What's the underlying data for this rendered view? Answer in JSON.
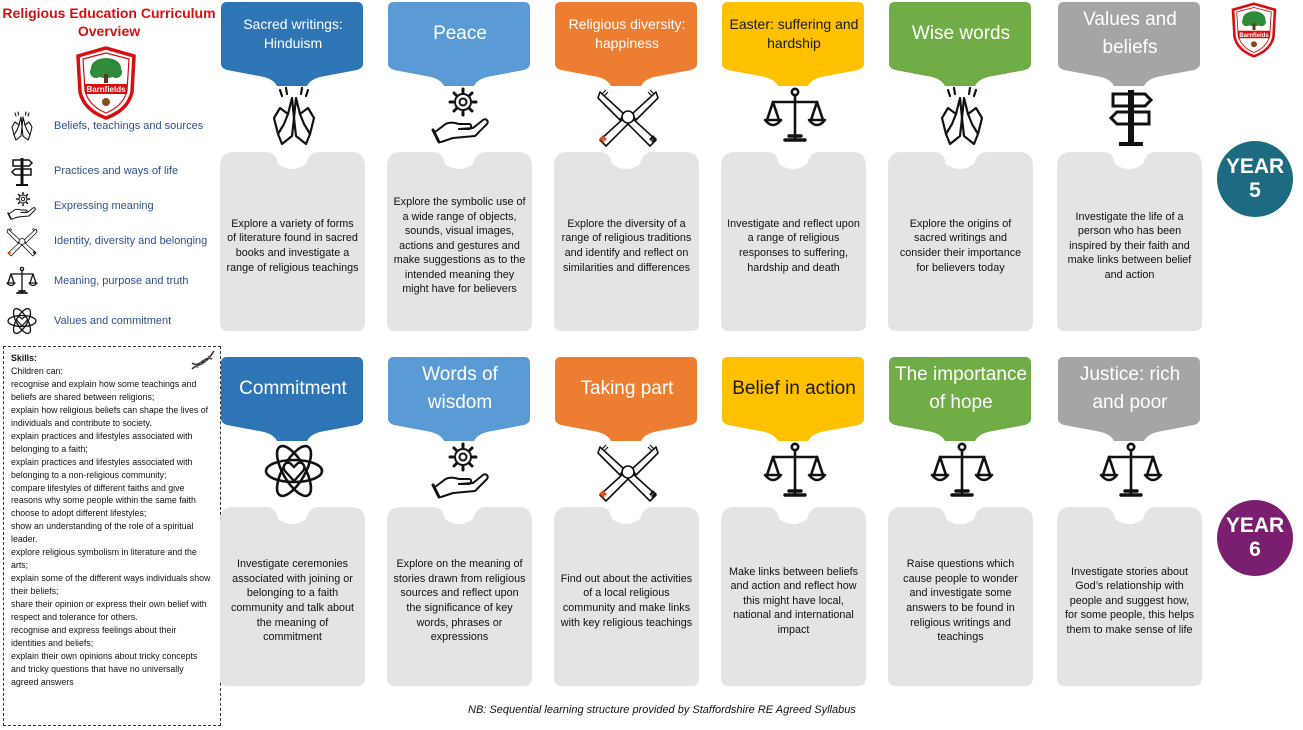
{
  "page": {
    "title_line1": "Religious Education Curriculum",
    "title_line2": "Overview",
    "note": "NB: Sequential learning structure provided by Staffordshire RE Agreed Syllabus"
  },
  "logo": {
    "text": "Barnfields",
    "tree_color": "#2f8a3a",
    "ring_color": "#d90e0e"
  },
  "legend": [
    {
      "icon": "praying-hands-icon",
      "label": "Beliefs, teachings and sources"
    },
    {
      "icon": "signpost-icon",
      "label": "Practices and ways of life"
    },
    {
      "icon": "hand-gear-icon",
      "label": "Expressing meaning"
    },
    {
      "icon": "joined-hands-icon",
      "label": "Identity, diversity and belonging"
    },
    {
      "icon": "scales-icon",
      "label": "Meaning, purpose and truth"
    },
    {
      "icon": "atom-heart-icon",
      "label": "Values and commitment"
    }
  ],
  "skills": {
    "title": "Skills:",
    "lines": [
      "Children can:",
      "recognise and explain how some teachings and beliefs are shared between religions;",
      "explain how religious beliefs can shape the lives of individuals and contribute to society.",
      "explain practices and lifestyles associated with belonging to a faith;",
      "explain practices and lifestyles associated with belonging to a non-religious community;",
      "compare lifestyles of different faiths and give reasons why some people within the same faith choose to adopt different lifestyles;",
      "show an understanding of the role of a spiritual leader.",
      "explore religious symbolism in literature and the arts;",
      "explain some of the different ways individuals show their beliefs;",
      "share their opinion or express their own belief with respect and tolerance for others.",
      "recognise and express feelings about their identities and beliefs;",
      "explain their own opinions about tricky concepts and tricky questions that have no universally agreed answers"
    ]
  },
  "years": [
    {
      "word": "YEAR",
      "number": "5",
      "color": "#1c6b80"
    },
    {
      "word": "YEAR",
      "number": "6",
      "color": "#7a1f6f"
    }
  ],
  "rows": [
    [
      {
        "title": "Sacred writings: Hinduism",
        "color": "#2e75b6",
        "icon": "praying-hands-icon",
        "text": "Explore a variety of forms of literature found in sacred books and investigate a range of religious teachings"
      },
      {
        "title": "Peace",
        "color": "#5b9bd5",
        "icon": "hand-gear-icon",
        "text": "Explore the symbolic use of a wide range of objects, sounds, visual images, actions and gestures and make suggestions as to the intended meaning they might have for believers"
      },
      {
        "title": "Religious diversity: happiness",
        "color": "#ed7d31",
        "icon": "joined-hands-icon",
        "text": "Explore the diversity of a range of religious traditions and identify and reflect on similarities and differences"
      },
      {
        "title": "Easter: suffering and hardship",
        "color": "#ffc000",
        "icon": "scales-icon",
        "text": "Investigate and reflect upon a range of religious responses to suffering, hardship and death"
      },
      {
        "title": "Wise words",
        "color": "#70ad47",
        "icon": "praying-hands-icon",
        "text": "Explore the origins of sacred writings and consider their importance for believers today"
      },
      {
        "title": "Values and beliefs",
        "color": "#a5a5a5",
        "icon": "signpost-icon",
        "text": "Investigate the life of a person who has been inspired by their faith and make links between belief and action"
      }
    ],
    [
      {
        "title": "Commitment",
        "color": "#2e75b6",
        "icon": "atom-heart-icon",
        "text": "Investigate ceremonies associated with joining or belonging to a faith community and talk about the meaning of commitment"
      },
      {
        "title": "Words of wisdom",
        "color": "#5b9bd5",
        "icon": "hand-gear-icon",
        "text": "Explore on the meaning of stories drawn from religious sources and reflect upon the significance of key words, phrases or expressions"
      },
      {
        "title": "Taking part",
        "color": "#ed7d31",
        "icon": "joined-hands-icon",
        "text": "Find out about the activities of a local religious community and make links with key religious teachings"
      },
      {
        "title": "Belief in action",
        "color": "#ffc000",
        "icon": "scales-icon",
        "text": "Make links between beliefs and action and reflect how this might have local, national and international impact"
      },
      {
        "title": "The importance of hope",
        "color": "#70ad47",
        "icon": "scales-icon",
        "text": "Raise questions which cause people to wonder and investigate some answers to be found in religious writings and teachings"
      },
      {
        "title": "Justice: rich and poor",
        "color": "#a5a5a5",
        "icon": "scales-icon",
        "text": "Investigate stories about God’s relationship with people and suggest how, for some people, this helps them to make sense of life"
      }
    ]
  ]
}
